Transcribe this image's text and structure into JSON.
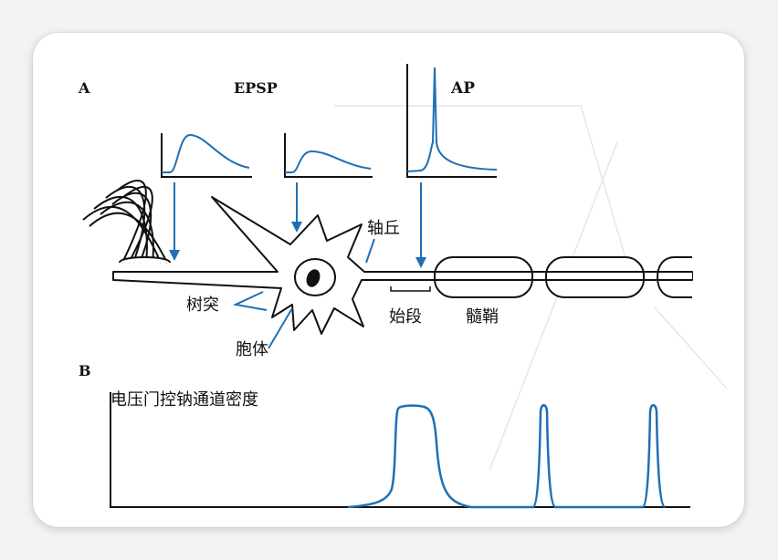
{
  "panel_a": {
    "label": "A",
    "epsp_label": "EPSP",
    "ap_label": "AP",
    "structures": {
      "dendrite": "树突",
      "soma": "胞体",
      "axon_hillock": "轴丘",
      "initial_segment": "始段",
      "myelin": "髓鞘"
    }
  },
  "panel_b": {
    "label": "B",
    "ylabel": "电压门控钠通道密度"
  },
  "colors": {
    "trace": "#1f6fb5",
    "outline": "#111111",
    "background": "#ffffff"
  }
}
